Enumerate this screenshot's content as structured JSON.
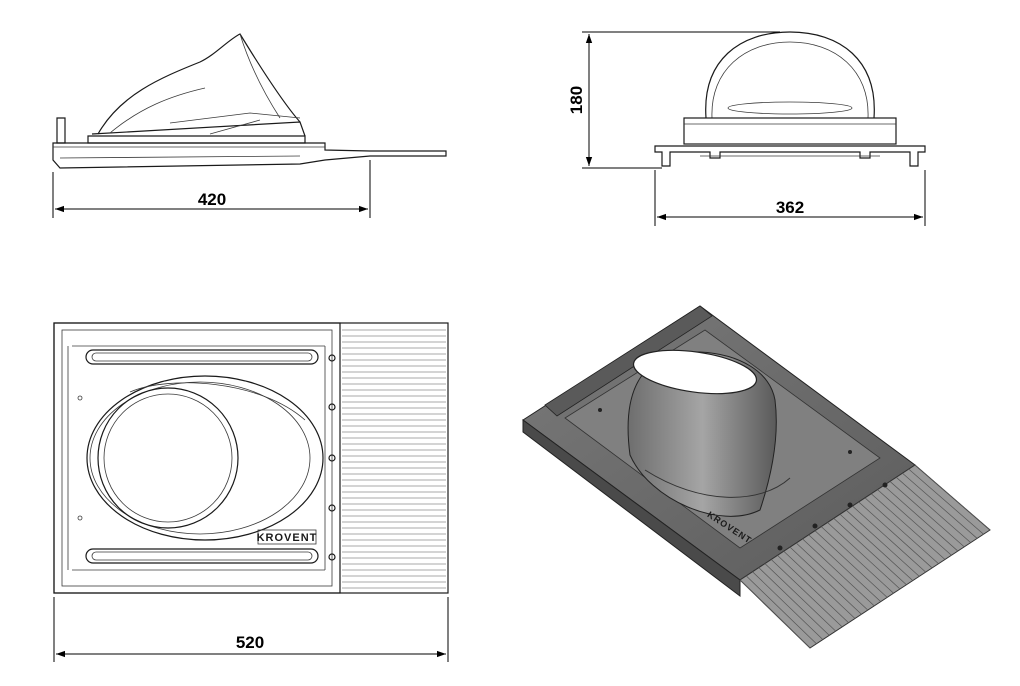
{
  "dimensions": {
    "side_length": "420",
    "front_height": "180",
    "front_width": "362",
    "top_length": "520"
  },
  "brand": {
    "top_view_text": "KROVENT",
    "iso_view_text": "KROVENT"
  }
}
